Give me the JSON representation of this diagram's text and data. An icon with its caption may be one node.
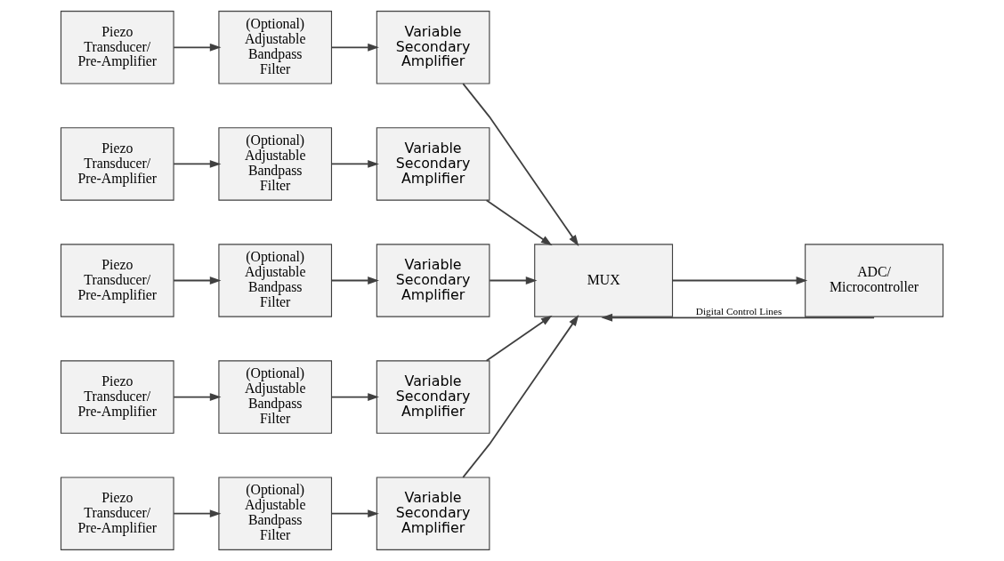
{
  "diagram": {
    "nodes": [
      {
        "text": [
          "Piezo Transducer/ Pre-Amplifier"
        ]
      },
      {
        "text": [
          "(Optional) Adjustable Bandpass Filter"
        ]
      },
      {
        "text": [
          "Variable Secondary Amplifier"
        ]
      },
      {
        "text": [
          "Piezo Transducer/ Pre-Amplifier"
        ]
      },
      {
        "text": [
          "(Optional) Adjustable Bandpass Filter"
        ]
      },
      {
        "text": [
          "Variable Secondary Amplifier"
        ]
      },
      {
        "text": [
          "Piezo Transducer/ Pre-Amplifier"
        ]
      },
      {
        "text": [
          "(Optional) Adjustable Bandpass Filter"
        ]
      },
      {
        "text": [
          "Variable Secondary Amplifier"
        ]
      },
      {
        "text": [
          "Piezo Transducer/ Pre-Amplifier"
        ]
      },
      {
        "text": [
          "(Optional) Adjustable Bandpass Filter"
        ]
      },
      {
        "text": [
          "Variable Secondary Amplifier"
        ]
      },
      {
        "text": [
          "Piezo Transducer/ Pre-Amplifier"
        ]
      },
      {
        "text": [
          "(Optional) Adjustable Bandpass Filter"
        ]
      },
      {
        "text": [
          "Variable Secondary Amplifier"
        ]
      },
      {
        "text": [
          "MUX"
        ]
      },
      {
        "text": [
          "ADC/ Microcontroller"
        ]
      }
    ],
    "edges": [
      {
        "from": 0,
        "to": 1,
        "arrow": "to"
      },
      {
        "from": 1,
        "to": 2,
        "arrow": "to"
      },
      {
        "from": 3,
        "to": 4,
        "arrow": "to"
      },
      {
        "from": 4,
        "to": 5,
        "arrow": "to"
      },
      {
        "from": 6,
        "to": 7,
        "arrow": "to"
      },
      {
        "from": 7,
        "to": 8,
        "arrow": "to"
      },
      {
        "from": 9,
        "to": 10,
        "arrow": "to"
      },
      {
        "from": 10,
        "to": 11,
        "arrow": "to"
      },
      {
        "from": 12,
        "to": 13,
        "arrow": "to"
      },
      {
        "from": 13,
        "to": 14,
        "arrow": "to"
      },
      {
        "from": 2,
        "to": 15,
        "arrow": "to"
      },
      {
        "from": 5,
        "to": 15,
        "arrow": "to"
      },
      {
        "from": 8,
        "to": 15,
        "arrow": "to"
      },
      {
        "from": 11,
        "to": 15,
        "arrow": "to"
      },
      {
        "from": 14,
        "to": 15,
        "arrow": "to"
      },
      {
        "from": 15,
        "to": 16,
        "arrow": "to"
      },
      {
        "from": 16,
        "to": 15,
        "arrow": "to",
        "label": "Digital Control Lines"
      }
    ]
  }
}
